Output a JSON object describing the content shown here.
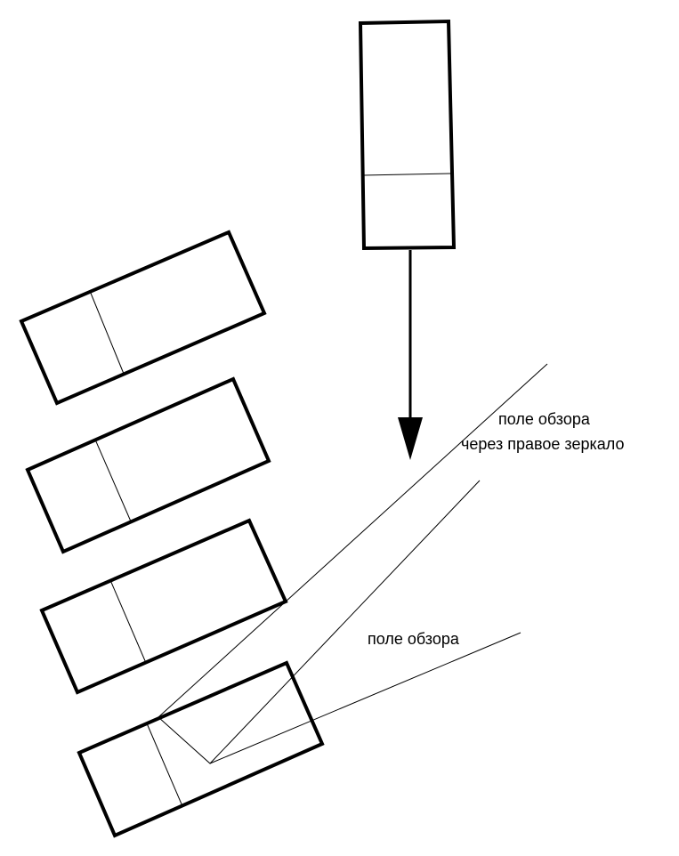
{
  "labels": {
    "mirror_view_line1": "поле обзора",
    "mirror_view_line2": "через правое зеркало",
    "view_field": "поле обзора"
  },
  "colors": {
    "stroke": "#000000",
    "background": "#ffffff"
  }
}
